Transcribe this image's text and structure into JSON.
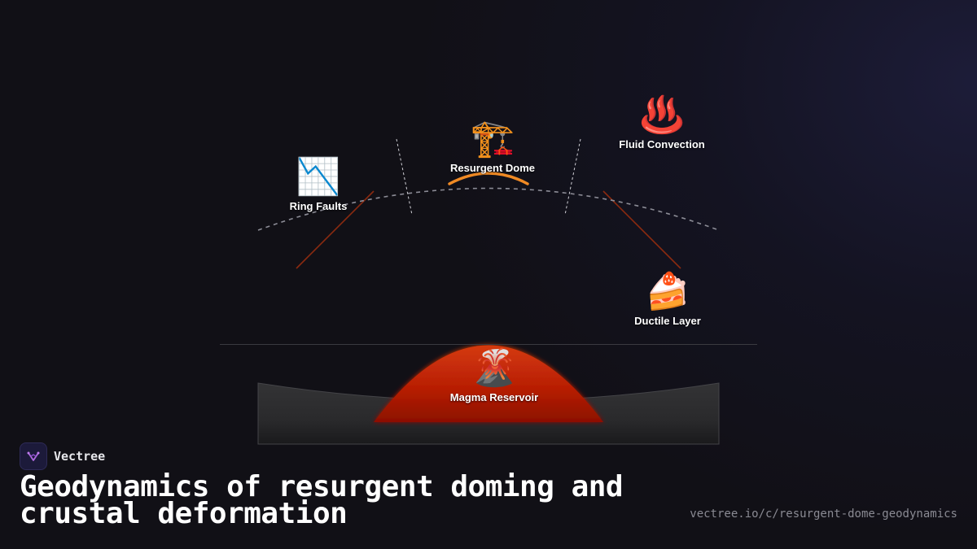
{
  "diagram": {
    "nodes": [
      {
        "label": "Ring Faults",
        "icon": "📉",
        "icon_name": "chart-decreasing-icon"
      },
      {
        "label": "Resurgent Dome",
        "icon": "🏗️",
        "icon_name": "construction-crane-icon"
      },
      {
        "label": "Fluid Convection",
        "icon": "♨️",
        "icon_name": "hot-springs-icon"
      },
      {
        "label": "Ductile Layer",
        "icon": "🍰",
        "icon_name": "layered-cake-icon"
      },
      {
        "label": "Magma Reservoir",
        "icon": "🌋",
        "icon_name": "volcano-icon"
      }
    ],
    "colors": {
      "background": "#111016",
      "fault_line": "#8a2a10",
      "dome_highlight": "#f08a24",
      "magma": "#d43a08",
      "crust": "#2e2e30",
      "arc": "#8c8c96"
    }
  },
  "brand": {
    "name": "Vectree",
    "logo_icon": "vectree-logo-icon"
  },
  "title": "Geodynamics of resurgent doming and crustal deformation",
  "url": "vectree.io/c/resurgent-dome-geodynamics"
}
